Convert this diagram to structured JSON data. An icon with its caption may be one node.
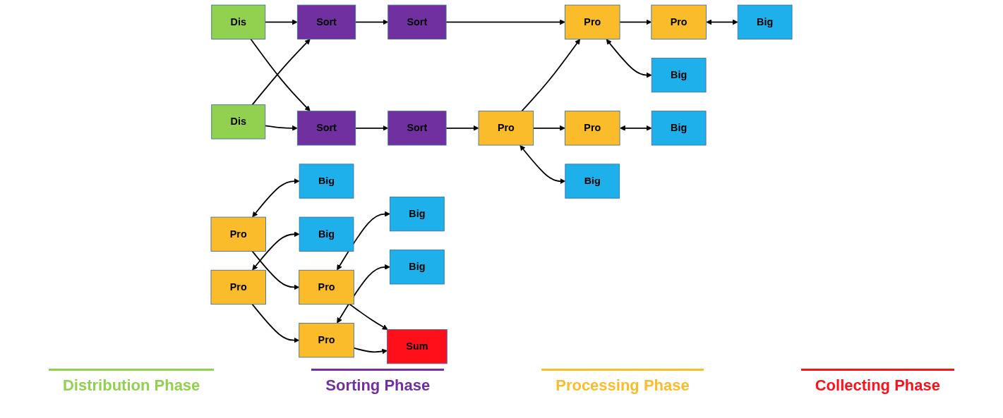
{
  "diagram": {
    "nodes": [
      {
        "text": [
          "Dis"
        ]
      },
      {
        "text": [
          "Sort"
        ]
      },
      {
        "text": [
          "Sort"
        ]
      },
      {
        "text": [
          "Pro"
        ]
      },
      {
        "text": [
          "Pro"
        ]
      },
      {
        "text": [
          "Pro"
        ]
      },
      {
        "text": [
          "Pro"
        ]
      },
      {
        "text": [
          "Big"
        ]
      },
      {
        "text": [
          "Big"
        ]
      },
      {
        "text": [
          "Big"
        ]
      },
      {
        "text": [
          "Big"
        ]
      },
      {
        "text": [
          "Sum"
        ]
      },
      {
        "text": [
          "Dis"
        ]
      },
      {
        "text": [
          "Sort"
        ]
      },
      {
        "text": [
          "Sort"
        ]
      },
      {
        "text": [
          "Pro"
        ]
      },
      {
        "text": [
          "Pro"
        ]
      },
      {
        "text": [
          "Pro"
        ]
      },
      {
        "text": [
          "Pro"
        ]
      },
      {
        "text": [
          "Big"
        ]
      },
      {
        "text": [
          "Big"
        ]
      },
      {
        "text": [
          "Big"
        ]
      },
      {
        "text": [
          "Big"
        ]
      }
    ],
    "edges": [
      {
        "from": 0,
        "to": 1,
        "arrow": "to"
      },
      {
        "from": 0,
        "to": 13,
        "arrow": "to"
      },
      {
        "from": 12,
        "to": 1,
        "arrow": "to"
      },
      {
        "from": 12,
        "to": 13,
        "arrow": "to"
      },
      {
        "from": 1,
        "to": 2,
        "arrow": "to"
      },
      {
        "from": 13,
        "to": 14,
        "arrow": "to"
      },
      {
        "from": 2,
        "to": 3,
        "arrow": "to"
      },
      {
        "from": 14,
        "to": 15,
        "arrow": "to"
      },
      {
        "from": 3,
        "to": 15,
        "arrow": "to"
      },
      {
        "from": 3,
        "to": 4,
        "arrow": "to"
      },
      {
        "from": 5,
        "to": 6,
        "arrow": "to"
      },
      {
        "from": 15,
        "to": 16,
        "arrow": "to"
      },
      {
        "from": 17,
        "to": 18,
        "arrow": "to"
      },
      {
        "from": 3,
        "to": 7,
        "arrow": "both"
      },
      {
        "from": 4,
        "to": 8,
        "arrow": "both"
      },
      {
        "from": 5,
        "to": 9,
        "arrow": "both"
      },
      {
        "from": 6,
        "to": 10,
        "arrow": "both"
      },
      {
        "from": 15,
        "to": 19,
        "arrow": "both"
      },
      {
        "from": 16,
        "to": 20,
        "arrow": "both"
      },
      {
        "from": 17,
        "to": 21,
        "arrow": "both"
      },
      {
        "from": 18,
        "to": 22,
        "arrow": "both"
      },
      {
        "from": 6,
        "to": 11,
        "arrow": "to"
      },
      {
        "from": 18,
        "to": 11,
        "arrow": "to"
      }
    ],
    "labels": [
      "Distribution Phase",
      "Sorting Phase",
      "Processing Phase",
      "Collecting Phase"
    ]
  }
}
